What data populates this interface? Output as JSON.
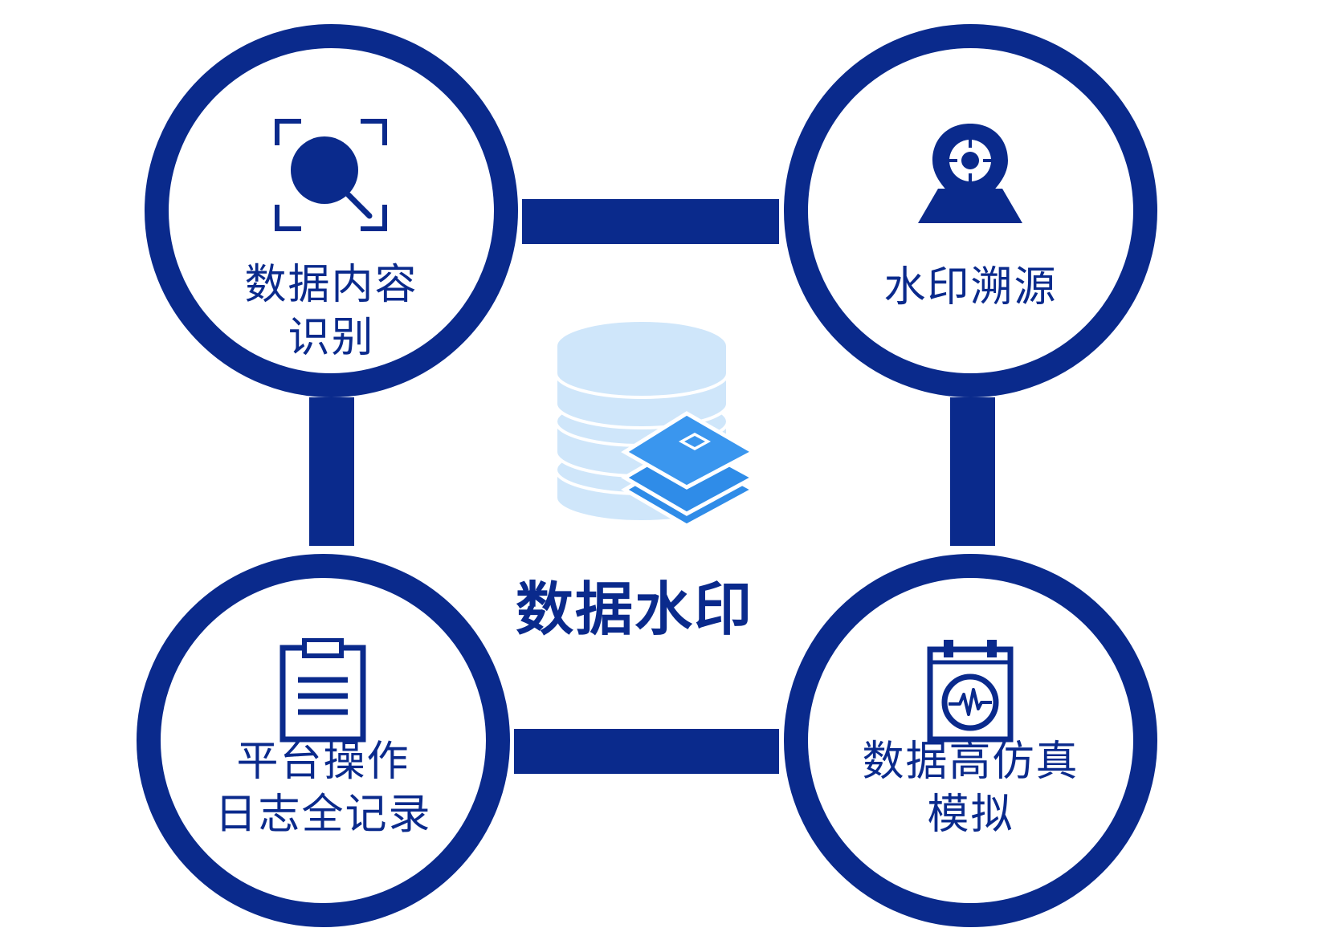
{
  "colors": {
    "primary": "#0a2a8c",
    "db_light": "#cfe6fa",
    "layer_blue": "#2f8ce8",
    "background": "#ffffff"
  },
  "center": {
    "title": "数据水印",
    "icon": "database-watermark-icon"
  },
  "nodes": [
    {
      "id": "top-left",
      "icon": "scan-search-icon",
      "label_lines": [
        "数据内容",
        "识别"
      ]
    },
    {
      "id": "top-right",
      "icon": "location-pin-map-icon",
      "label_lines": [
        "水印溯源"
      ]
    },
    {
      "id": "bottom-left",
      "icon": "clipboard-list-icon",
      "label_lines": [
        "平台操作",
        "日志全记录"
      ]
    },
    {
      "id": "bottom-right",
      "icon": "calendar-heartbeat-icon",
      "label_lines": [
        "数据高仿真",
        "模拟"
      ]
    }
  ]
}
